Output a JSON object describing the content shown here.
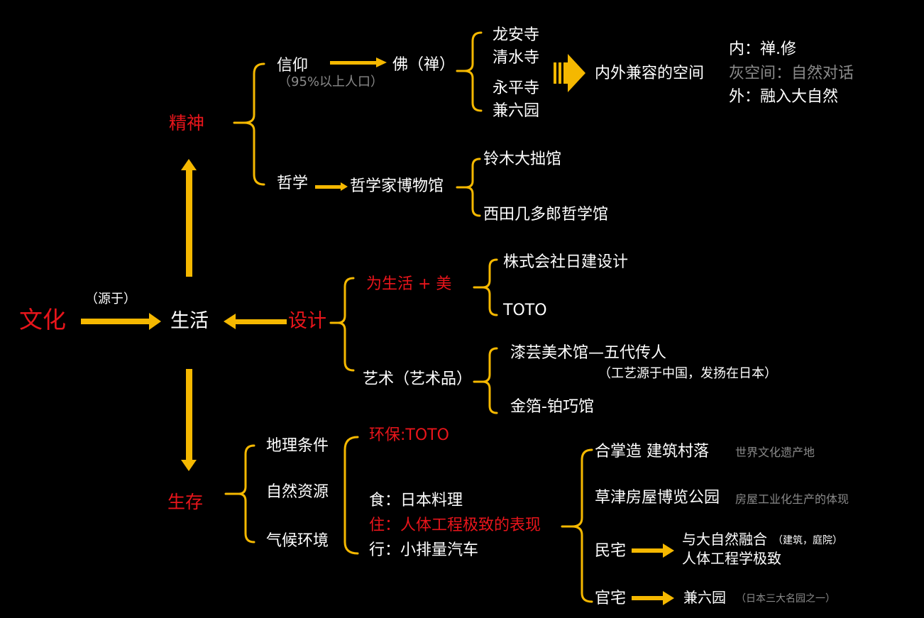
{
  "nodes": {
    "wenhua": "文化",
    "yuanyu": "（源于）",
    "shenghuo": "生活",
    "sheji": "设计",
    "jingshen": "精神",
    "shengcun": "生存",
    "xinyang": "信仰",
    "population": "（95%以上人口）",
    "fochan": "佛（禅）",
    "longan": "龙安寺",
    "qingshui": "清水寺",
    "yongping": "永平寺",
    "jianliu_1": "兼六园",
    "neiwai": "内外兼容的空间",
    "nei": "内：禅.修",
    "huikong": "灰空间：自然对话",
    "wai": "外：融入大自然",
    "zhexue": "哲学",
    "zhexuejia": "哲学家博物馆",
    "lingmu": "铃木大拙馆",
    "xitian": "西田几多郎哲学馆",
    "weishenghuo": "为生活 + 美",
    "zhushi": "株式会社日建设计",
    "toto": "TOTO",
    "yishu": "艺术（艺术品）",
    "qiyun": "漆芸美术馆—五代传人",
    "gongyi": "（工艺源于中国，发扬在日本）",
    "jinbo": "金箔-铂巧馆",
    "dili": "地理条件",
    "ziran": "自然资源",
    "qihou": "气候环境",
    "huanbao": "环保:TOTO",
    "shi": "食：日本料理",
    "zhu": "住：人体工程极致的表现",
    "xing": "行：小排量汽车",
    "hezhang": "合掌造 建筑村落",
    "heritage": "世界文化遗产地",
    "caojin": "草津房屋博览公园",
    "gongye": "房屋工业化生产的体现",
    "minzhai": "民宅",
    "ronghe": "与大自然融合",
    "jianzhu_tingyuan": "（建筑，庭院）",
    "renti": "人体工程学极致",
    "guanzhai": "官宅",
    "jianliu_2": "兼六园",
    "sanda": "（日本三大名园之一）"
  },
  "colors": {
    "accent": "#f5b800",
    "red": "#e8151b",
    "gray": "#8a8a8a",
    "text": "#ffffff",
    "background": "#000000"
  }
}
